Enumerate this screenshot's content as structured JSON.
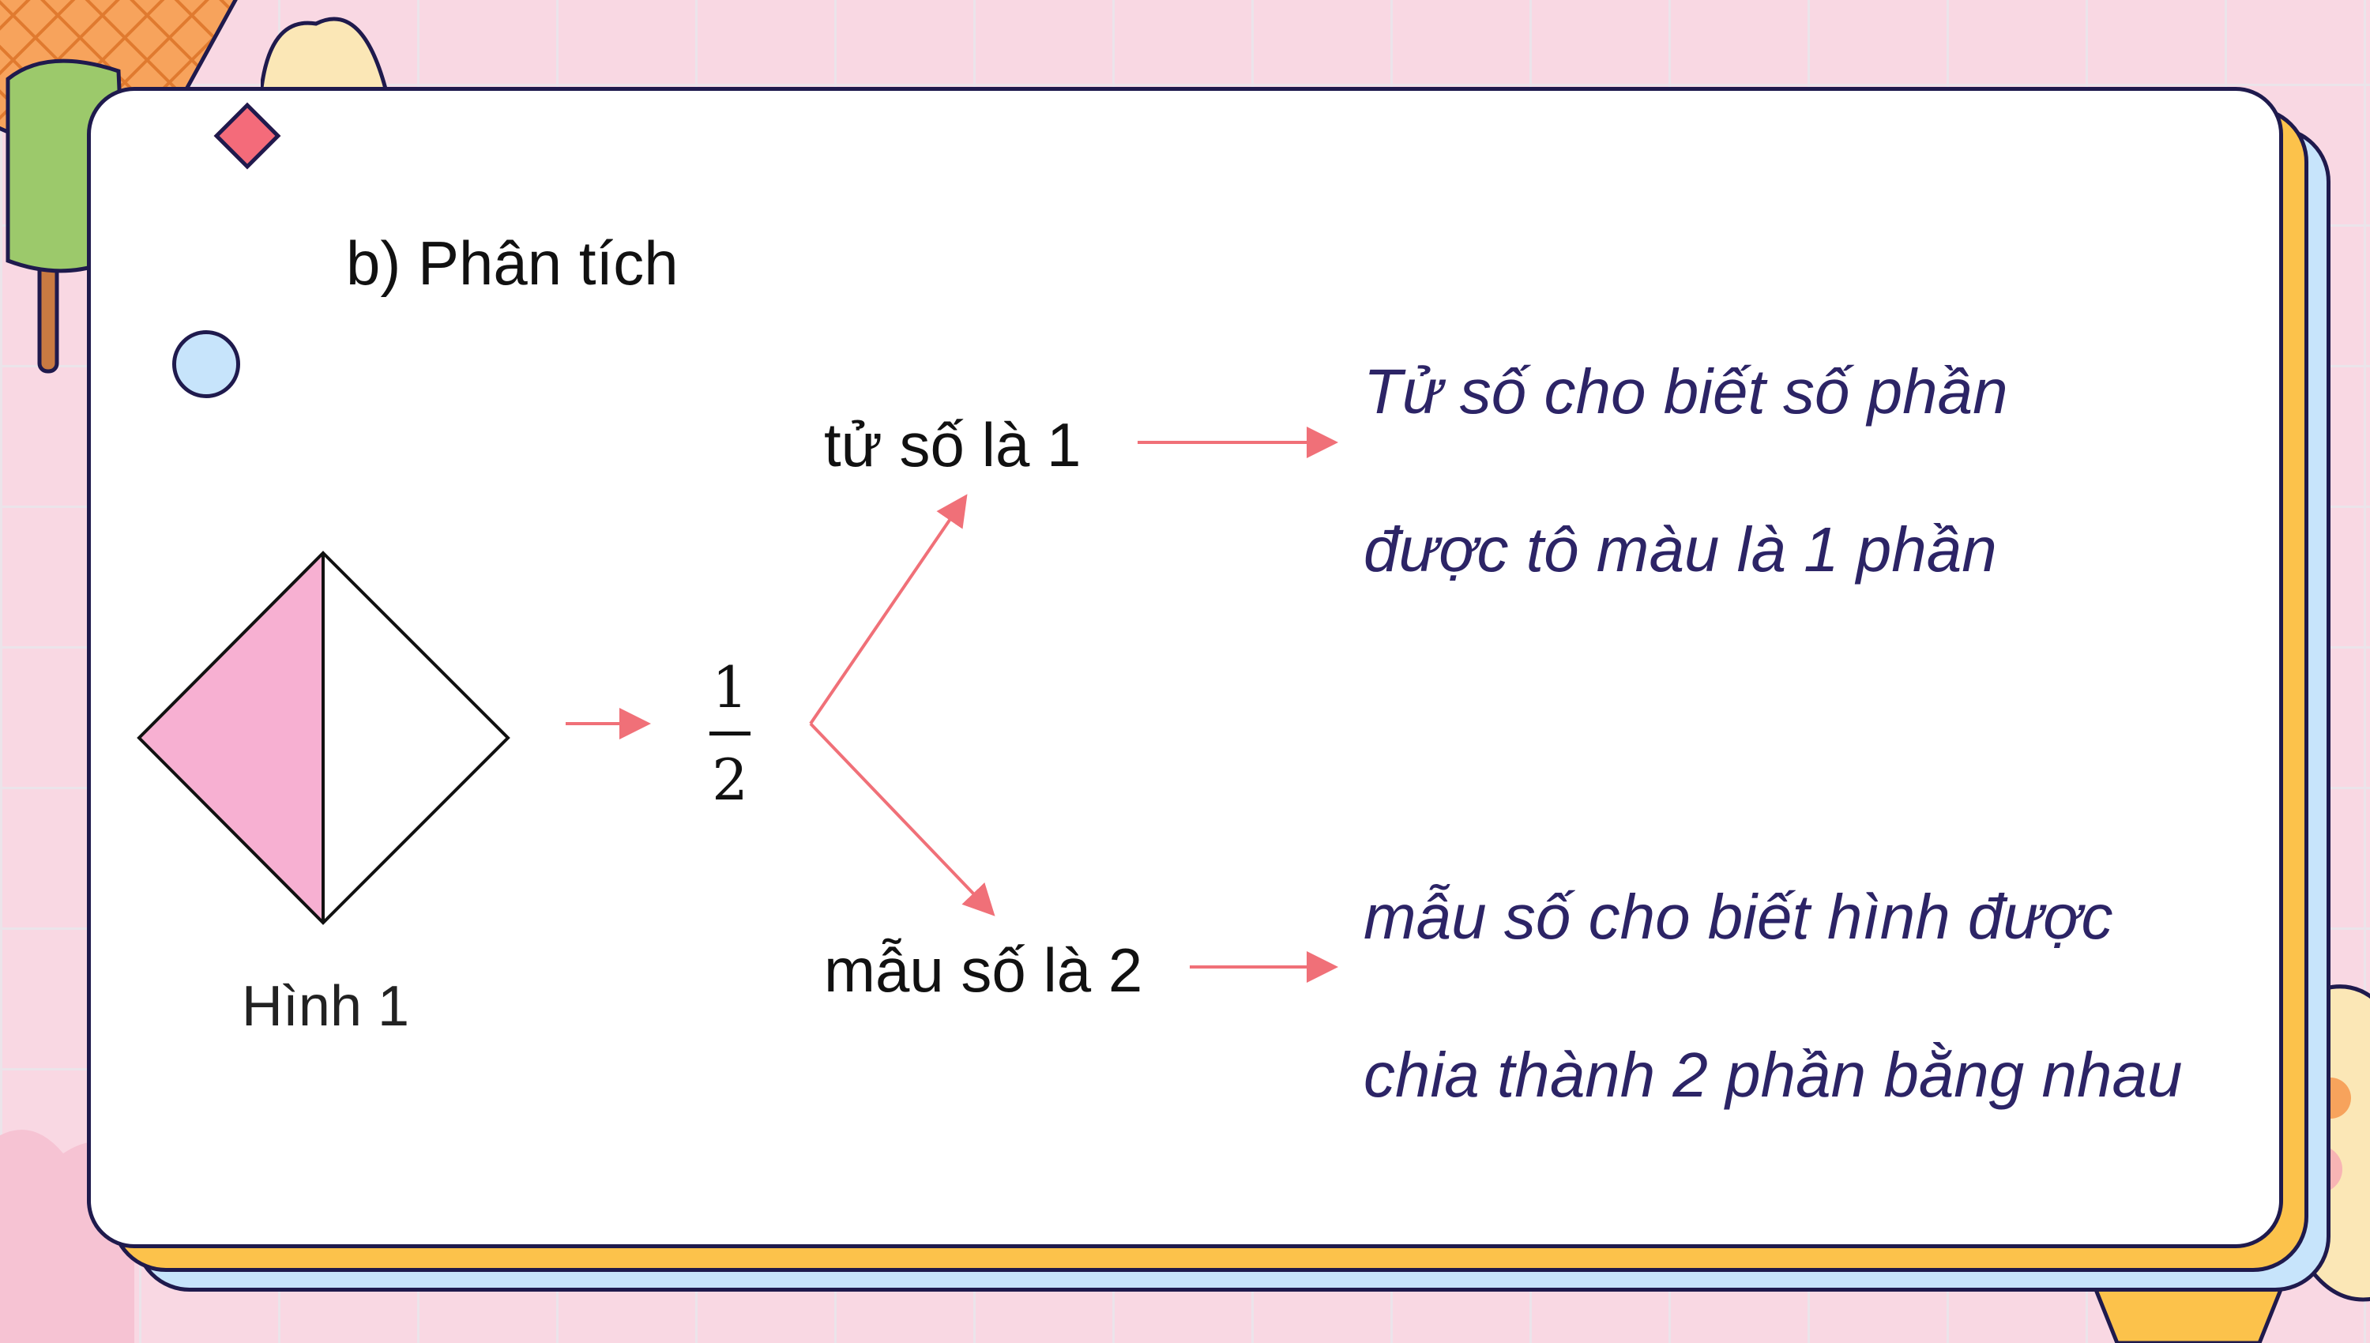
{
  "heading": "b) Phân tích",
  "figure": {
    "caption": "Hình 1"
  },
  "fraction": {
    "numerator": "1",
    "denominator": "2"
  },
  "numerator_label": "tử số là 1",
  "denominator_label": "mẫu số là 2",
  "numerator_explanation": [
    "Tử số cho biết số phần",
    "được tô màu là 1 phần"
  ],
  "denominator_explanation": [
    "mẫu số cho biết hình được",
    "chia thành 2 phần bằng nhau"
  ],
  "colors": {
    "background": "#f9d8e3",
    "card": "#ffffff",
    "card_outline": "#1f1a4d",
    "card_layer_yellow": "#fcc24b",
    "card_layer_blue": "#c7e4fb",
    "arrow": "#f07078",
    "shaded_half": "#f7b0d2",
    "explanation_text": "#2c2466"
  }
}
